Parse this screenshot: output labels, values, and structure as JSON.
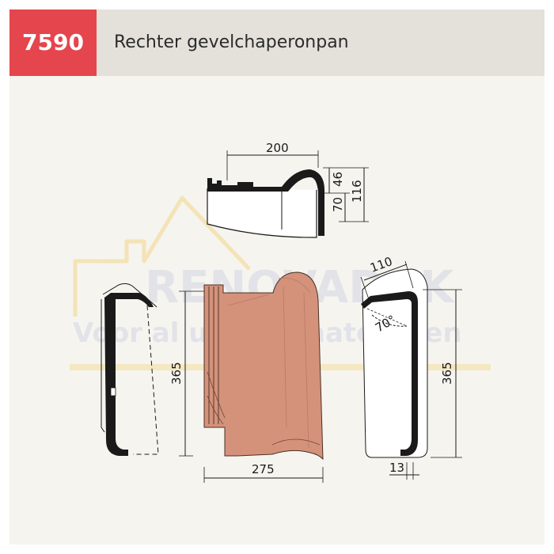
{
  "header": {
    "code": "7590",
    "title": "Rechter gevelchaperonpan"
  },
  "watermark": {
    "brand": "RENOVADAK",
    "tagline": "Voor al uw dakmaterialen"
  },
  "dimensions": {
    "top_width": "200",
    "top_height_small": "46",
    "top_height_mid": "70",
    "top_height_large": "116",
    "side_height_left": "365",
    "front_width": "275",
    "side_top_width": "110",
    "angle": "70°",
    "side_height_right": "365",
    "side_bottom_width": "13"
  },
  "colors": {
    "badge": "#e5454d",
    "title_bar": "#e3e1da",
    "tile": "#d4927a",
    "outline": "#1a1a1a"
  }
}
